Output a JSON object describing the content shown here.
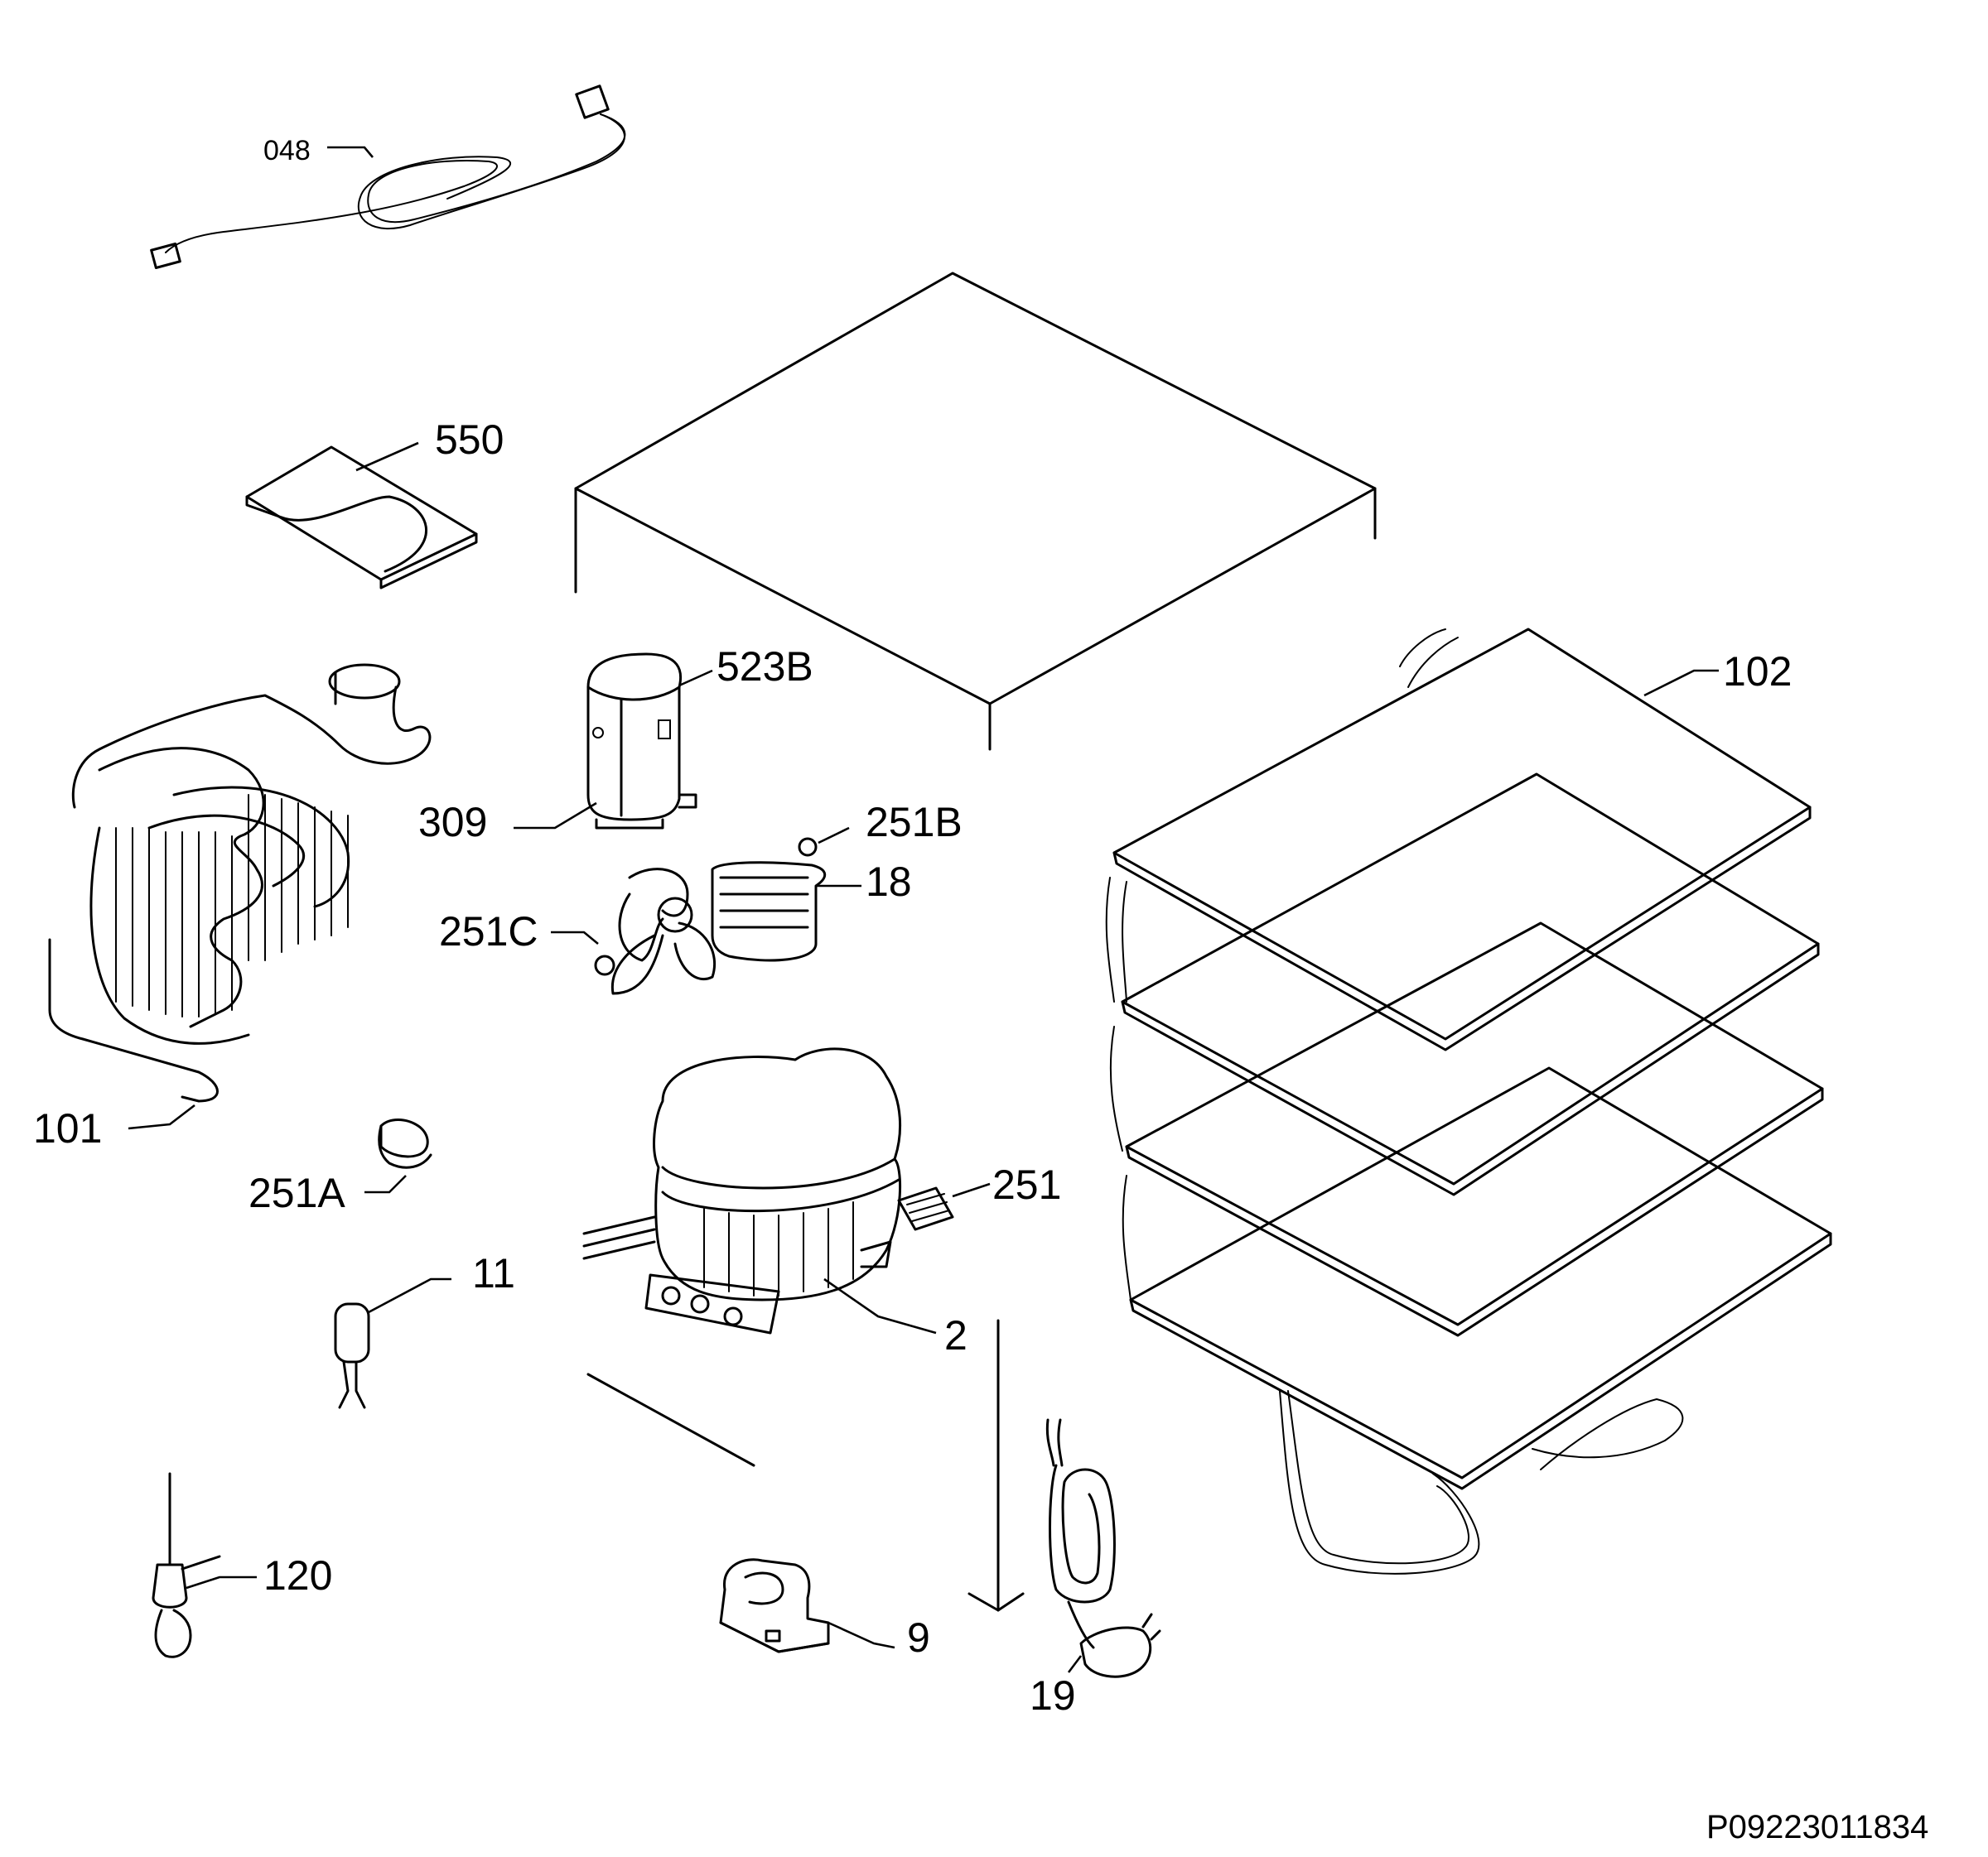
{
  "document_number": "P09223011834",
  "parts": [
    {
      "key": "p048",
      "label": "048"
    },
    {
      "key": "p550",
      "label": "550"
    },
    {
      "key": "p523B",
      "label": "523B"
    },
    {
      "key": "p102",
      "label": "102"
    },
    {
      "key": "p309",
      "label": "309"
    },
    {
      "key": "p251B",
      "label": "251B"
    },
    {
      "key": "p18",
      "label": "18"
    },
    {
      "key": "p251C",
      "label": "251C"
    },
    {
      "key": "p101",
      "label": "101"
    },
    {
      "key": "p251A",
      "label": "251A"
    },
    {
      "key": "p251",
      "label": "251"
    },
    {
      "key": "p11",
      "label": "11"
    },
    {
      "key": "p2",
      "label": "2"
    },
    {
      "key": "p120",
      "label": "120"
    },
    {
      "key": "p9",
      "label": "9"
    },
    {
      "key": "p19",
      "label": "19"
    }
  ]
}
